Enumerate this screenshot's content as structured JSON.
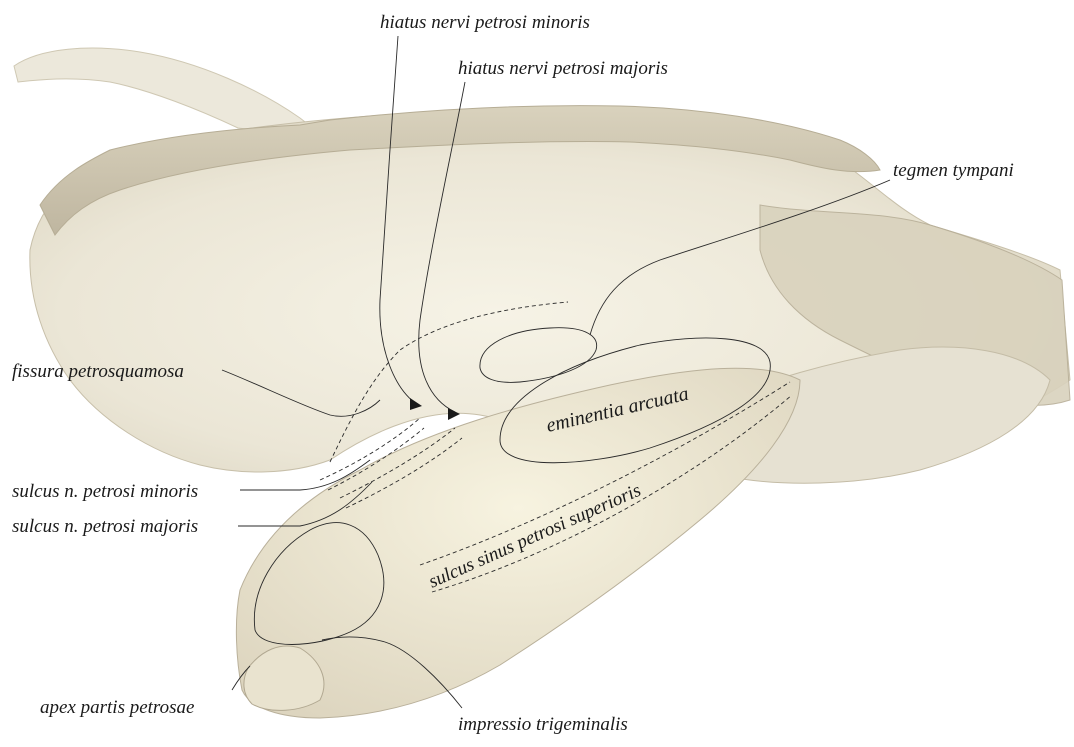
{
  "labels": {
    "hiatus_minoris": "hiatus nervi petrosi minoris",
    "hiatus_majoris": "hiatus nervi petrosi majoris",
    "tegmen_tympani": "tegmen tympani",
    "fissura_petrosquamosa": "fissura petrosquamosa",
    "eminentia_arcuata": "eminentia arcuata",
    "sulcus_minoris": "sulcus n. petrosi minoris",
    "sulcus_majoris": "sulcus n. petrosi majoris",
    "sulcus_sinus": "sulcus sinus petrosi superioris",
    "apex": "apex partis petrosae",
    "impressio": "impressio trigeminalis"
  },
  "colors": {
    "background": "#ffffff",
    "bone_light": "#f1eee2",
    "bone_mid": "#e2dccb",
    "bone_shadow": "#c9c1ab",
    "label_text": "#1a1a1a",
    "leader_line": "#2a2a2a"
  }
}
